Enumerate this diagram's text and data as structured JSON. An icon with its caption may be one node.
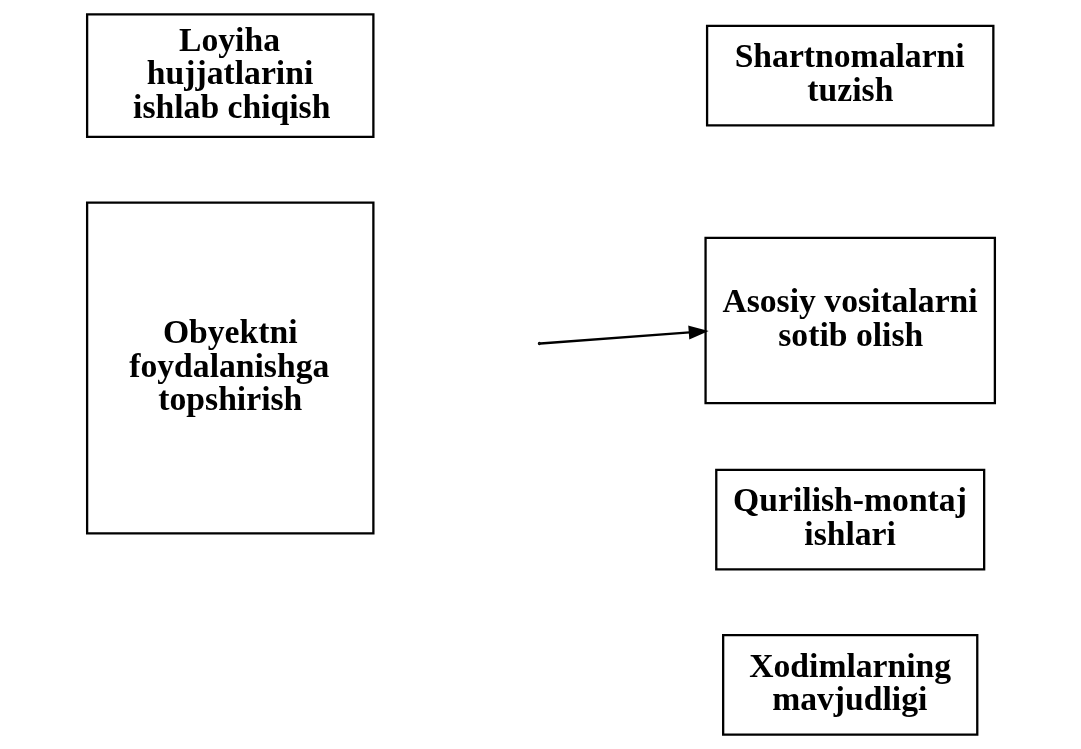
{
  "diagram": {
    "nodes": [
      {
        "text": [
          "Loyiha hujjatlarini ishlab chiqish"
        ]
      },
      {
        "text": [
          "Shartnomalarni tuzish"
        ]
      },
      {
        "text": [
          "Asosiy vositalarni sotib olish"
        ]
      },
      {
        "text": [
          "Obyektni foydalanishga topshirish"
        ]
      },
      {
        "text": [
          "Qurilish-montaj ishlari"
        ]
      },
      {
        "text": [
          "Xodimlarning mavjudligi"
        ]
      }
    ],
    "edges": [
      {
        "from": null,
        "to": 2,
        "arrow": "to"
      }
    ]
  }
}
